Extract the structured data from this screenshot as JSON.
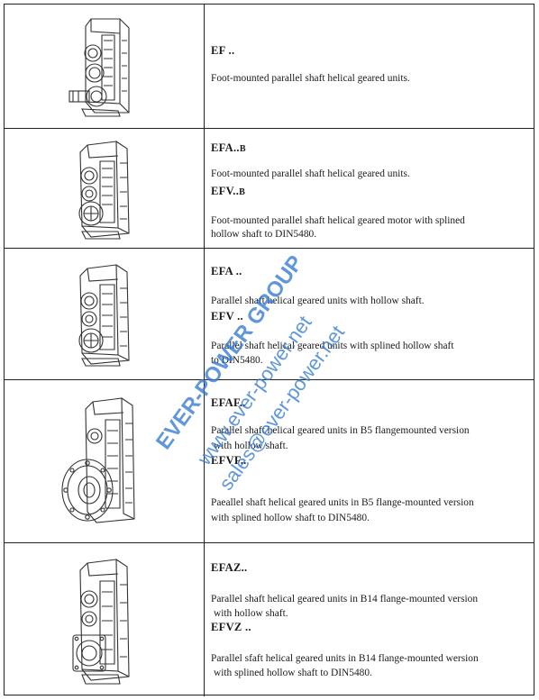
{
  "rows": [
    {
      "codes": [
        {
          "base": "EF ..",
          "suffix": ""
        }
      ],
      "descriptions": [
        "Foot-mounted parallel shaft helical geared units."
      ]
    },
    {
      "codes": [
        {
          "base": "EFA..",
          "suffix": "B"
        },
        {
          "base": "EFV..",
          "suffix": "B"
        }
      ],
      "descriptions": [
        "Foot-mounted parallel shaft helical geared units.",
        "Foot-mounted parallel shaft helical geared motor with splined",
        "hollow shaft to DIN5480."
      ]
    },
    {
      "codes": [
        {
          "base": "EFA ..",
          "suffix": ""
        },
        {
          "base": "EFV ..",
          "suffix": ""
        }
      ],
      "descriptions": [
        "Parallel shaft helical geared units with hollow shaft.",
        "Parallel shaft helical geared units with splined hollow shaft",
        "to DIN5480."
      ]
    },
    {
      "codes": [
        {
          "base": "EFAF..",
          "suffix": ""
        },
        {
          "base": "EFVF..",
          "suffix": ""
        }
      ],
      "descriptions": [
        "Parallel shaft helical geared units in B5 flangemounted version",
        "with hollow shaft.",
        "Paeallel shaft helical geared units in B5 flange-mounted version",
        "with splined hollow shaft to DIN5480."
      ]
    },
    {
      "codes": [
        {
          "base": "EFAZ..",
          "suffix": ""
        },
        {
          "base": "EFVZ ..",
          "suffix": ""
        }
      ],
      "descriptions": [
        "Parallel shaft helical geared units in B14 flange-mounted version",
        "with hollow shaft.",
        "Parallel sfaft helical geared units in B14 flange-mounted wersion",
        "with splined hollow shaft to DIN5480."
      ]
    }
  ],
  "watermark": {
    "line1": "EVER-POWER GROUP",
    "line2": "www.ever-power.net",
    "line3": "sales@ever-power.net",
    "color": "#3278d2"
  }
}
